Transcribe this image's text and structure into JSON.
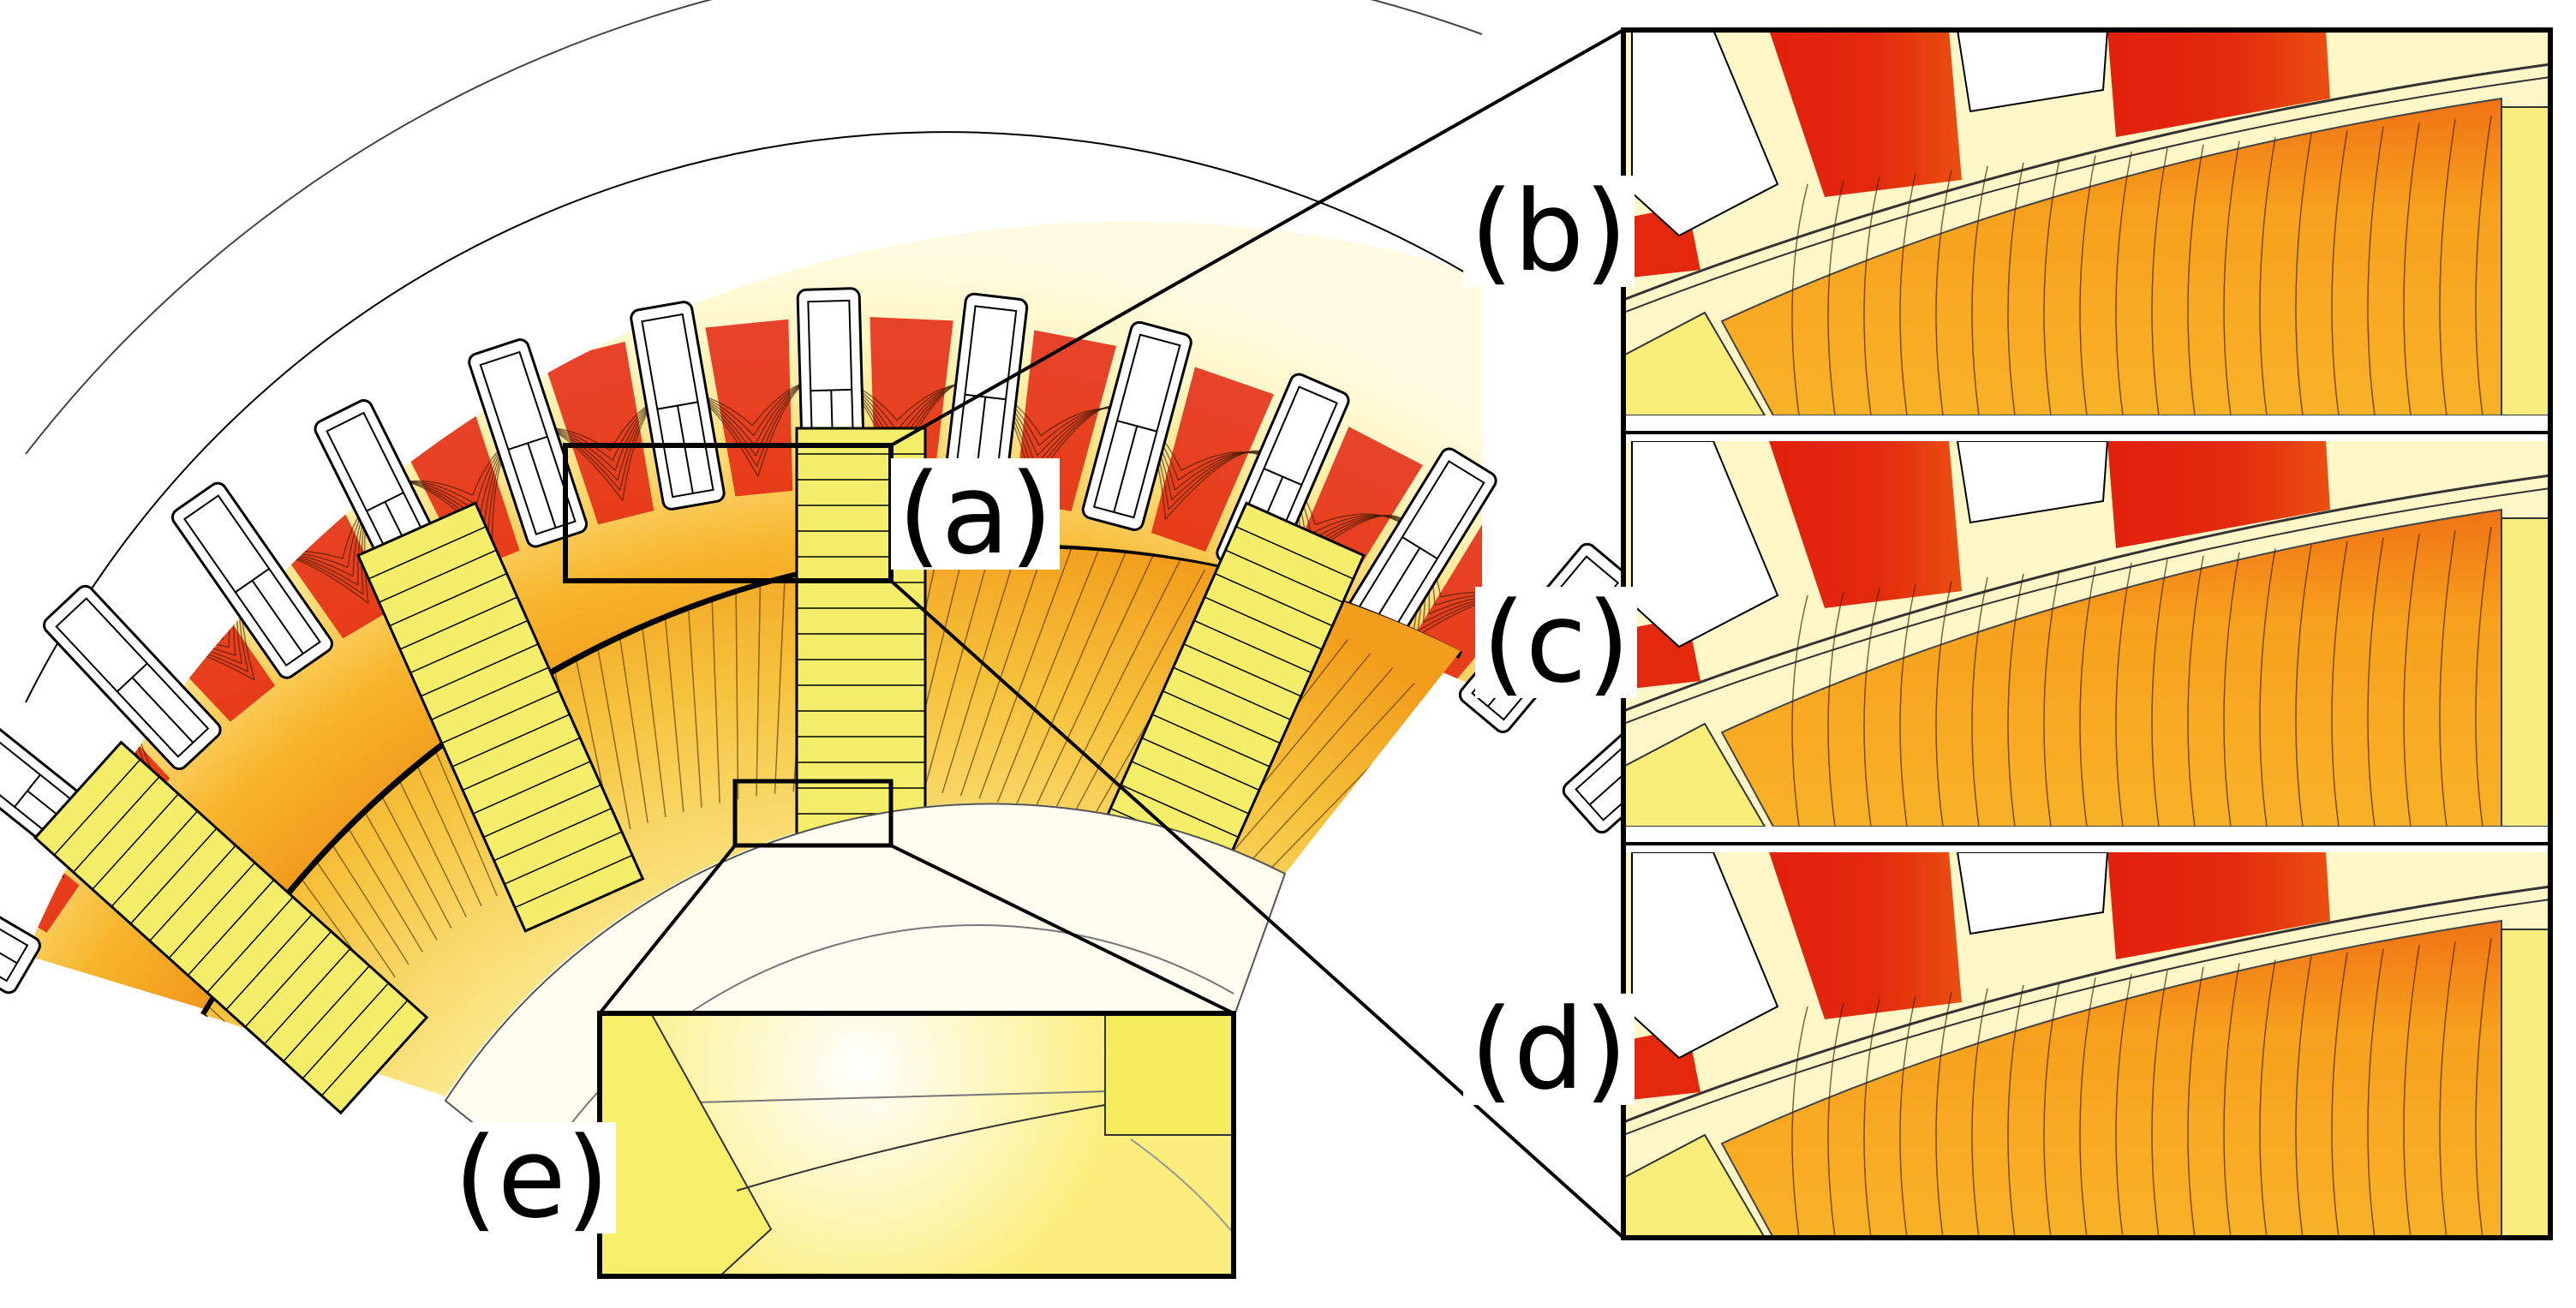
{
  "labels": {
    "a": "(a)",
    "b": "(b)",
    "c": "(c)",
    "d": "(d)",
    "e": "(e)"
  },
  "colors": {
    "background": "#ffffff",
    "low_field": "#fff9c8",
    "mid_field": "#f8cf3e",
    "high_field": "#f2a21d",
    "peak_field": "#e3220e",
    "magnet": "#f3ef6c",
    "outline": "#000000"
  }
}
